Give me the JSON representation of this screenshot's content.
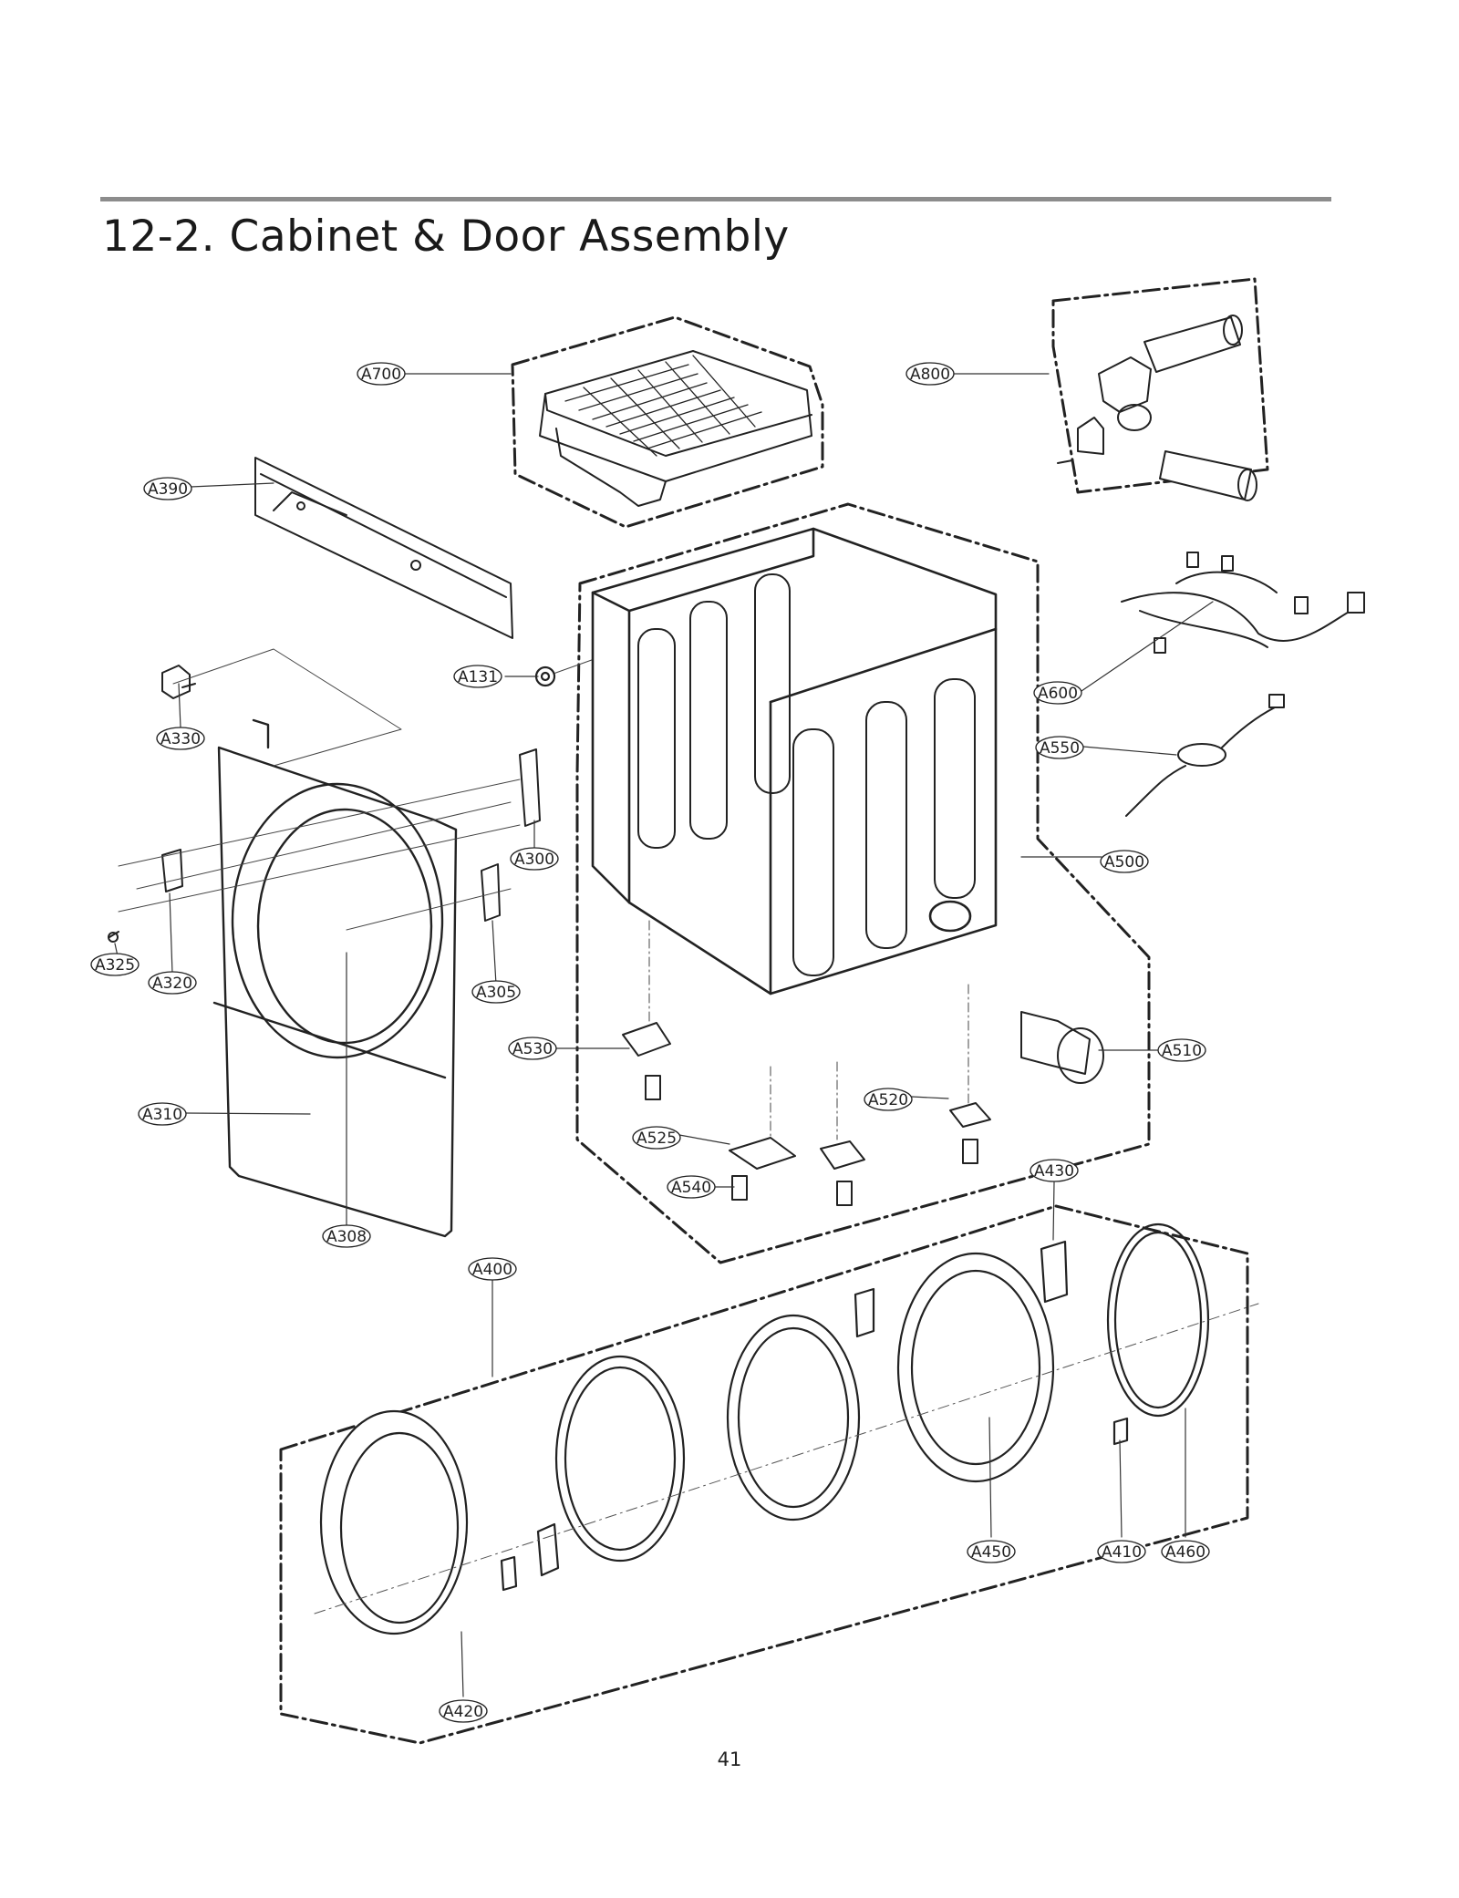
{
  "page": {
    "title": "12-2. Cabinet & Door Assembly",
    "page_number": "41"
  },
  "callouts": [
    {
      "id": "a700",
      "label": "A700"
    },
    {
      "id": "a800",
      "label": "A800"
    },
    {
      "id": "a390",
      "label": "A390"
    },
    {
      "id": "a131",
      "label": "A131"
    },
    {
      "id": "a600",
      "label": "A600"
    },
    {
      "id": "a330",
      "label": "A330"
    },
    {
      "id": "a550",
      "label": "A550"
    },
    {
      "id": "a300",
      "label": "A300"
    },
    {
      "id": "a500",
      "label": "A500"
    },
    {
      "id": "a325",
      "label": "A325"
    },
    {
      "id": "a320",
      "label": "A320"
    },
    {
      "id": "a305",
      "label": "A305"
    },
    {
      "id": "a530",
      "label": "A530"
    },
    {
      "id": "a510",
      "label": "A510"
    },
    {
      "id": "a310",
      "label": "A310"
    },
    {
      "id": "a520",
      "label": "A520"
    },
    {
      "id": "a525",
      "label": "A525"
    },
    {
      "id": "a540",
      "label": "A540"
    },
    {
      "id": "a430",
      "label": "A430"
    },
    {
      "id": "a308",
      "label": "A308"
    },
    {
      "id": "a400",
      "label": "A400"
    },
    {
      "id": "a450",
      "label": "A450"
    },
    {
      "id": "a410",
      "label": "A410"
    },
    {
      "id": "a460",
      "label": "A460"
    },
    {
      "id": "a420",
      "label": "A420"
    }
  ]
}
